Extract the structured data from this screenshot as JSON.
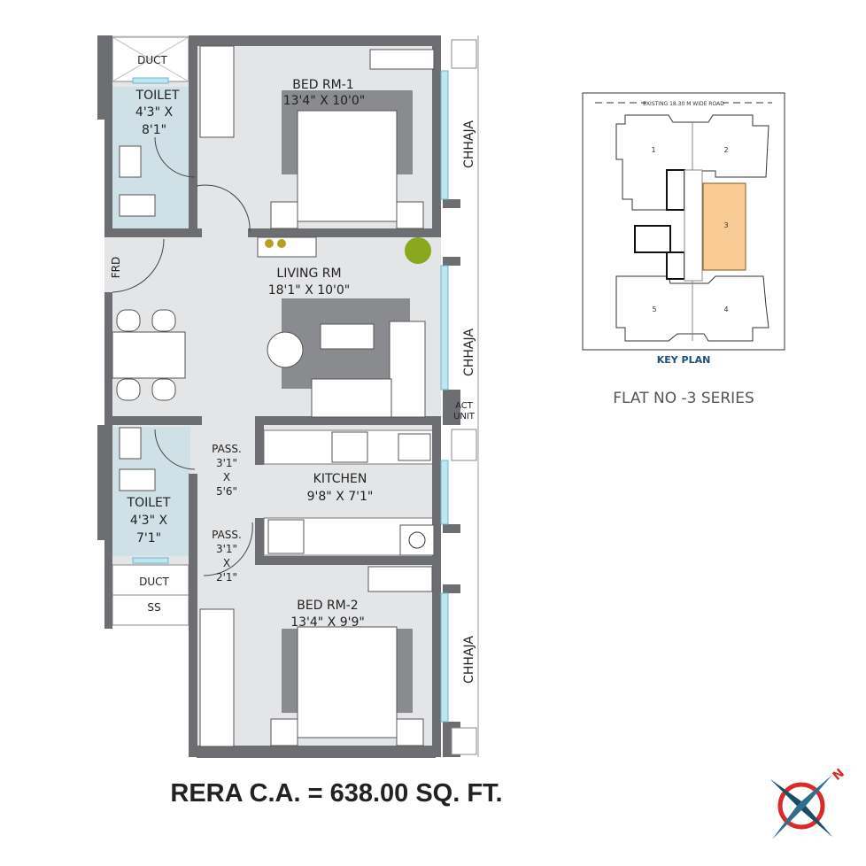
{
  "rooms": {
    "duct_top": "DUCT",
    "toilet1_name": "TOILET",
    "toilet1_dim1": "4'3\" X",
    "toilet1_dim2": "8'1\"",
    "bed1_name": "BED RM-1",
    "bed1_dim": "13'4\" X 10'0\"",
    "frd": "FRD",
    "living_name": "LIVING RM",
    "living_dim": "18'1\" X 10'0\"",
    "chhaja": "CHHAJA",
    "act_unit_1": "ACT",
    "act_unit_2": "UNIT",
    "pass1": [
      "PASS.",
      "3'1\"",
      "X",
      "5'6\""
    ],
    "pass2": [
      "PASS.",
      "3'1\"",
      "X",
      "2'1\""
    ],
    "kitchen_name": "KITCHEN",
    "kitchen_dim": "9'8\" X 7'1\"",
    "toilet2_name": "TOILET",
    "toilet2_dim1": "4'3\" X",
    "toilet2_dim2": "7'1\"",
    "duct_bottom": "DUCT",
    "ss": "SS",
    "bed2_name": "BED RM-2",
    "bed2_dim": "13'4\" X 9'9\""
  },
  "area_label": "RERA C.A. = 638.00 SQ. FT.",
  "key_plan": {
    "road_label": "EXISTING 18.30 M WIDE ROAD",
    "flats": [
      "1",
      "2",
      "3",
      "4",
      "5"
    ],
    "highlighted_flat": "3",
    "highlight_color": "#f8cb94",
    "title": "KEY PLAN"
  },
  "flat_title": "FLAT NO -3 SERIES",
  "compass": {
    "north_label": "N",
    "icon": "north-compass-icon"
  },
  "colors": {
    "wall": "#6d6e71",
    "floor": "#e4e5e7",
    "wet_area": "#cfe0e6",
    "window": "#bfe6ef",
    "title_blue": "#1f4e79"
  }
}
